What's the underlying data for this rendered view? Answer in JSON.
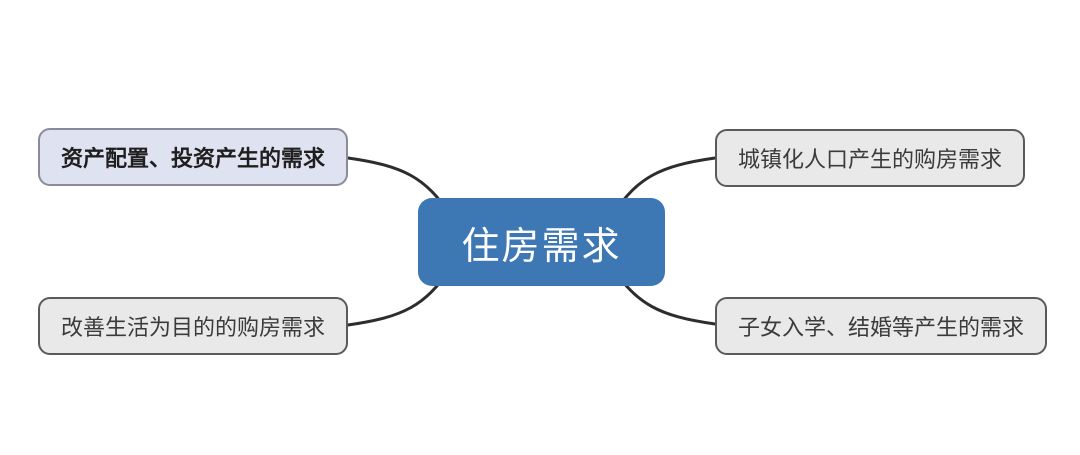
{
  "diagram": {
    "type": "mindmap",
    "central_node": {
      "label": "住房需求",
      "fill_color": "#3d78b4",
      "text_color": "#ffffff"
    },
    "branch_nodes": [
      {
        "id": "asset-allocation",
        "label": "资产配置、投资产生的需求",
        "position": "top-left",
        "emphasized": true,
        "fill_color": "#dfe2f1",
        "border_color": "#8b8b98"
      },
      {
        "id": "urbanization",
        "label": "城镇化人口产生的购房需求",
        "position": "top-right",
        "emphasized": false,
        "fill_color": "#e9e9e9",
        "border_color": "#5a5a5a"
      },
      {
        "id": "improve-living",
        "label": "改善生活为目的的购房需求",
        "position": "bottom-left",
        "emphasized": false,
        "fill_color": "#e9e9e9",
        "border_color": "#5a5a5a"
      },
      {
        "id": "family-events",
        "label": "子女入学、结婚等产生的需求",
        "position": "bottom-right",
        "emphasized": false,
        "fill_color": "#e9e9e9",
        "border_color": "#5a5a5a"
      }
    ],
    "connector_color": "#2d2d2d"
  }
}
